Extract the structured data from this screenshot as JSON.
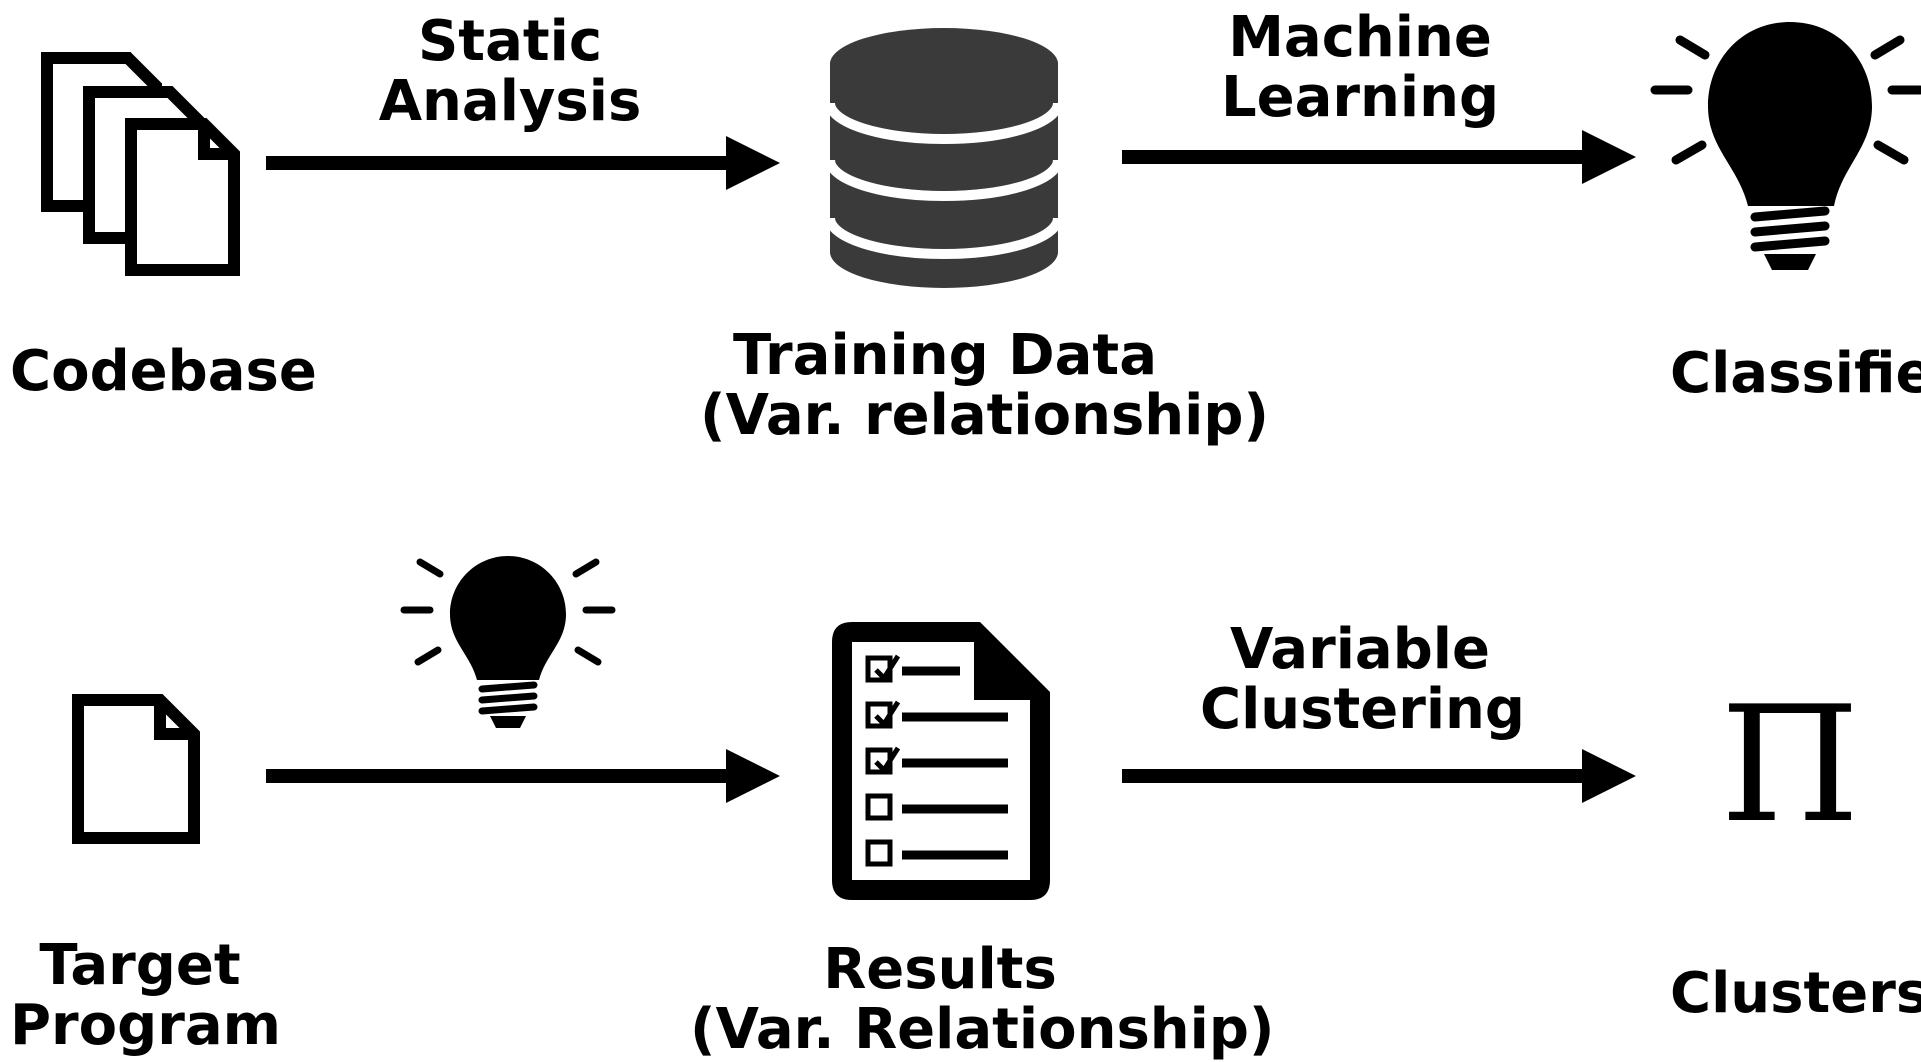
{
  "top_row": {
    "codebase_label": "Codebase",
    "arrow1_label_line1": "Static",
    "arrow1_label_line2": "Analysis",
    "training_label_line1": "Training Data",
    "training_label_line2": "(Var. relationship)",
    "arrow2_label_line1": "Machine",
    "arrow2_label_line2": "Learning",
    "classifier_label": "Classifier"
  },
  "bottom_row": {
    "target_label_line1": "Target",
    "target_label_line2": "Program",
    "results_label_line1": "Results",
    "results_label_line2": "(Var. Relationship)",
    "arrow4_label_line1": "Variable",
    "arrow4_label_line2": "Clustering",
    "clusters_symbol": "Π",
    "clusters_label": "Clusters"
  },
  "icons": {
    "codebase": "stacked-documents-icon",
    "training": "database-icon",
    "classifier": "lightbulb-icon",
    "target": "document-icon",
    "applied_classifier": "lightbulb-icon",
    "results": "checklist-document-icon"
  },
  "colors": {
    "ink": "#000000",
    "database": "#3a3a3a",
    "background": "#ffffff"
  }
}
